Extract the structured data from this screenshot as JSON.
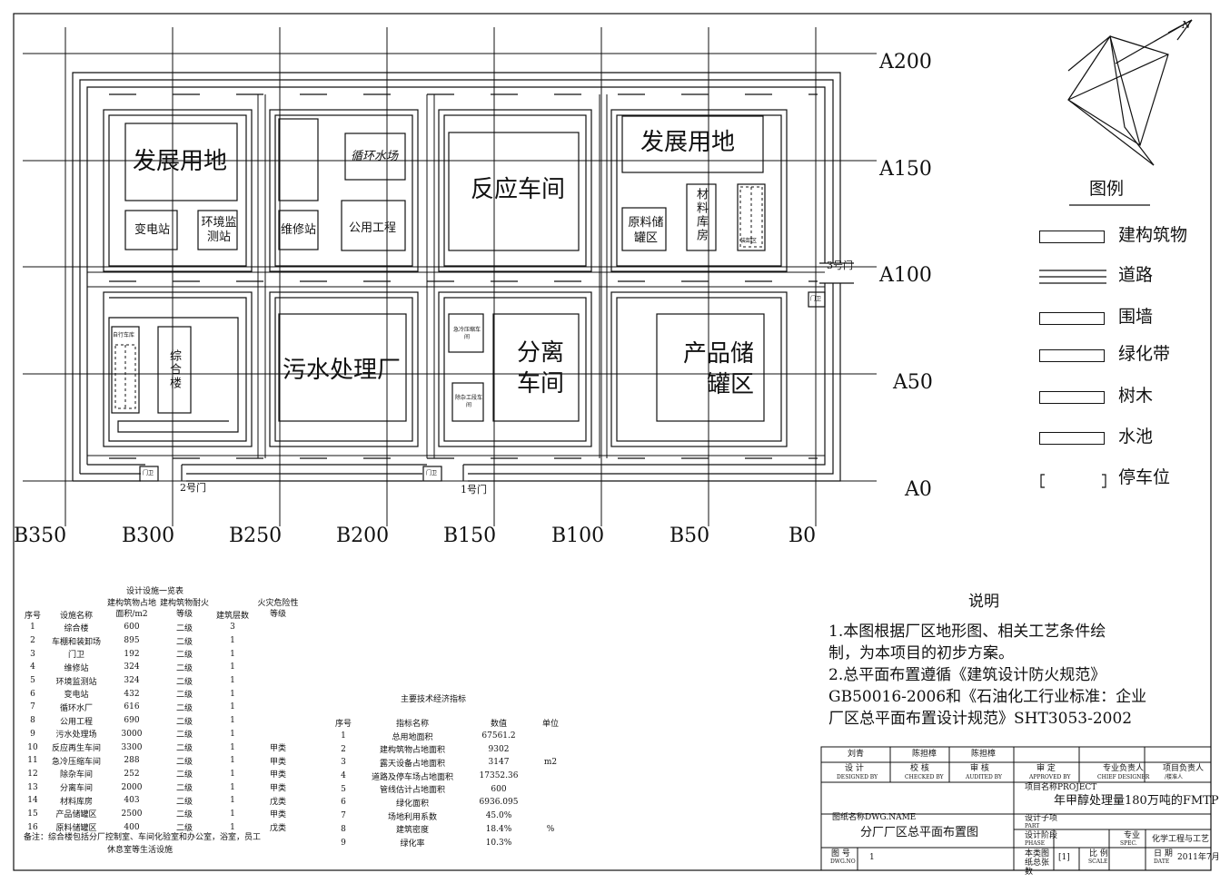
{
  "zones": {
    "dev_land_1": "发展用地",
    "substation": "变电站",
    "env_monitor": "环境监测站",
    "repair": "维修站",
    "water_plant": "循环水场",
    "utility": "公用工程",
    "reaction": "反应车间",
    "dev_land_2": "发展用地",
    "raw_tank": "原料储罐区",
    "material_store": "材料库房",
    "loading": "装卸区",
    "bike_shed": "自行车库",
    "complex": "综合楼",
    "sewage": "污水处理厂",
    "quench": "急冷压缩车间",
    "decarb": "除杂工段车间",
    "separation": "分离车间",
    "product_tank": "产品储罐区",
    "guard_1": "门卫",
    "guard_2": "门卫",
    "guard_3": "门卫",
    "gate_1": "1号门",
    "gate_2": "2号门",
    "gate_3": "3号门"
  },
  "coords": {
    "a": [
      "A200",
      "A150",
      "A100",
      "A50",
      "A0"
    ],
    "b": [
      "B350",
      "B300",
      "B250",
      "B200",
      "B150",
      "B100",
      "B50",
      "B0"
    ]
  },
  "north": "N",
  "legend": {
    "title": "图例",
    "items": [
      "建构筑物",
      "道路",
      "围墙",
      "绿化带",
      "树木",
      "水池",
      "停车位"
    ]
  },
  "notes": {
    "title": "说明",
    "lines": [
      "1.本图根据厂区地形图、相关工艺条件绘",
      "制，为本项目的初步方案。",
      "2.总平面布置遵循《建筑设计防火规范》",
      "GB50016-2006和《石油化工行业标准：企业",
      "厂区总平面布置设计规范》SHT3053-2002"
    ]
  },
  "facilities": {
    "title": "设计设施一览表",
    "headers": [
      "序号",
      "设施名称",
      "建构筑物占地面积/m2",
      "建构筑物耐火等级",
      "建筑层数",
      "火灾危险性等级"
    ],
    "rows": [
      [
        "1",
        "综合楼",
        "600",
        "二级",
        "3",
        ""
      ],
      [
        "2",
        "车棚和装卸场",
        "895",
        "二级",
        "1",
        ""
      ],
      [
        "3",
        "门卫",
        "192",
        "二级",
        "1",
        ""
      ],
      [
        "4",
        "维修站",
        "324",
        "二级",
        "1",
        ""
      ],
      [
        "5",
        "环境监测站",
        "324",
        "二级",
        "1",
        ""
      ],
      [
        "6",
        "变电站",
        "432",
        "二级",
        "1",
        ""
      ],
      [
        "7",
        "循环水厂",
        "616",
        "二级",
        "1",
        ""
      ],
      [
        "8",
        "公用工程",
        "690",
        "二级",
        "1",
        ""
      ],
      [
        "9",
        "污水处理场",
        "3000",
        "二级",
        "1",
        ""
      ],
      [
        "10",
        "反应再生车间",
        "3300",
        "二级",
        "1",
        "甲类"
      ],
      [
        "11",
        "急冷压缩车间",
        "288",
        "二级",
        "1",
        "甲类"
      ],
      [
        "12",
        "除杂车间",
        "252",
        "二级",
        "1",
        "甲类"
      ],
      [
        "13",
        "分离车间",
        "2000",
        "二级",
        "1",
        "甲类"
      ],
      [
        "14",
        "材料库房",
        "403",
        "二级",
        "1",
        "戊类"
      ],
      [
        "15",
        "产品储罐区",
        "2500",
        "二级",
        "1",
        "甲类"
      ],
      [
        "16",
        "原料储罐区",
        "400",
        "二级",
        "1",
        "戊类"
      ]
    ],
    "remark_1": "备注：综合楼包括分厂控制室、车间化验室和办公室，浴室，员工",
    "remark_2": "休息室等生活设施"
  },
  "economics": {
    "title": "主要技术经济指标",
    "headers": [
      "序号",
      "指标名称",
      "数值",
      "单位"
    ],
    "rows": [
      [
        "1",
        "总用地面积",
        "67561.2",
        ""
      ],
      [
        "2",
        "建构筑物占地面积",
        "9302",
        ""
      ],
      [
        "3",
        "露天设备占地面积",
        "3147",
        "m2"
      ],
      [
        "4",
        "道路及停车场占地面积",
        "17352.36",
        ""
      ],
      [
        "5",
        "管线估计占地面积",
        "600",
        ""
      ],
      [
        "6",
        "绿化面积",
        "6936.095",
        ""
      ],
      [
        "7",
        "场地利用系数",
        "45.0%",
        ""
      ],
      [
        "8",
        "建筑密度",
        "18.4%",
        "%"
      ],
      [
        "9",
        "绿化率",
        "10.3%",
        ""
      ]
    ]
  },
  "title_block": {
    "name_1": "刘青",
    "name_2": "陈担樟",
    "name_3": "陈担樟",
    "design": "设 计",
    "design_en": "DESIGNED BY",
    "check": "校 核",
    "check_en": "CHECKED BY",
    "audit": "审 核",
    "audit_en": "AUDITED BY",
    "approve": "审 定",
    "approve_en": "APPROVED BY",
    "chief": "专业负责人",
    "chief_en": "CHIEF DESIGNER",
    "project_lead": "项目负责人",
    "project_lead_en": "/楼准人",
    "project_label": "项目名称PROJECT",
    "project_name": "年甲醇处理量180万吨的FMTP",
    "drawing_label": "图纸名称DWG.NAME",
    "drawing_name": "分厂厂区总平面布置图",
    "part_label": "设计子项",
    "part_en": "PART",
    "phase_label": "设计阶段",
    "phase_en": "PHASE",
    "spec_label": "专业",
    "spec_en": "SPEC.",
    "spec_value": "化学工程与工艺",
    "dwg_no_label": "图 号",
    "dwg_no_en": "DWG.NO",
    "dwg_no": "1",
    "sheet_label": "本类图纸总张数",
    "sheet_value": "[1]",
    "scale_label": "比 例",
    "scale_en": "SCALE",
    "date_label": "日 期",
    "date_en": "DATE",
    "date_value": "2011年7月"
  }
}
